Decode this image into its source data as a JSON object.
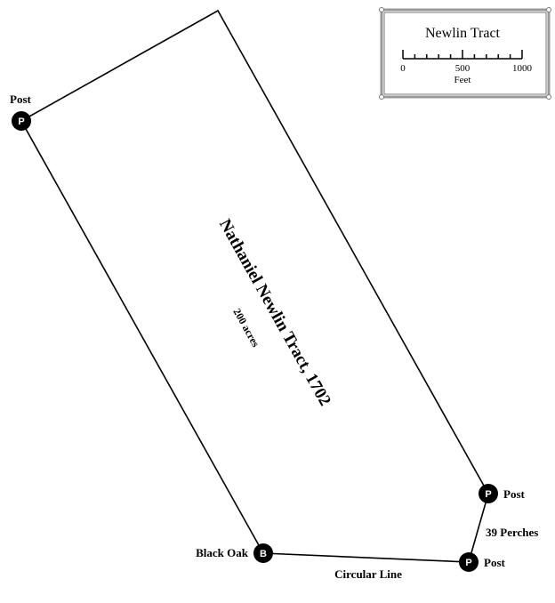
{
  "legend": {
    "title": "Newlin Tract",
    "scale_labels": [
      "0",
      "500",
      "1000"
    ],
    "unit": "Feet"
  },
  "tract": {
    "name": "Nathaniel Newlin Tract, 1702",
    "area": "200 acres"
  },
  "corners": [
    {
      "marker": "P",
      "label": "Post"
    },
    {
      "marker": "P",
      "label": "Post"
    },
    {
      "marker": "P",
      "label": "Post"
    },
    {
      "marker": "B",
      "label": "Black Oak"
    }
  ],
  "lines": {
    "east_short": "39 Perches",
    "south": "Circular Line"
  }
}
